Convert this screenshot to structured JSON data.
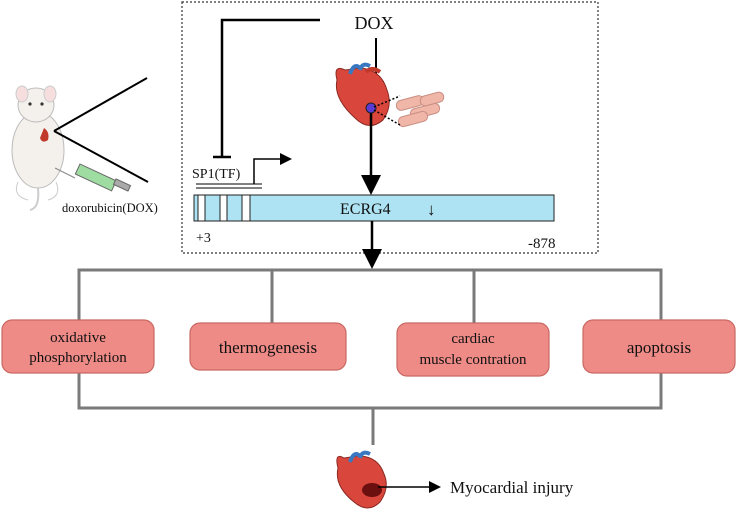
{
  "labels": {
    "dox": "DOX",
    "sp1": "SP1(TF)",
    "gene": "ECRG4",
    "down_arrow": "↓",
    "pos_start": "+3",
    "pos_end": "-878",
    "injection": "doxorubicin(DOX)",
    "outcome": "Myocardial injury"
  },
  "pathways": [
    {
      "lines": [
        "oxidative",
        "phosphorylation"
      ]
    },
    {
      "lines": [
        "thermogenesis"
      ]
    },
    {
      "lines": [
        "cardiac",
        "muscle contration"
      ]
    },
    {
      "lines": [
        "apoptosis"
      ]
    }
  ],
  "colors": {
    "gene_bar": "#aee3f3",
    "pathway_box": "#ef8b87",
    "pathway_border": "#c96863",
    "connector": "#7a7a7a",
    "heart": "#d9463c",
    "myocyte": "#f0b6a8"
  }
}
